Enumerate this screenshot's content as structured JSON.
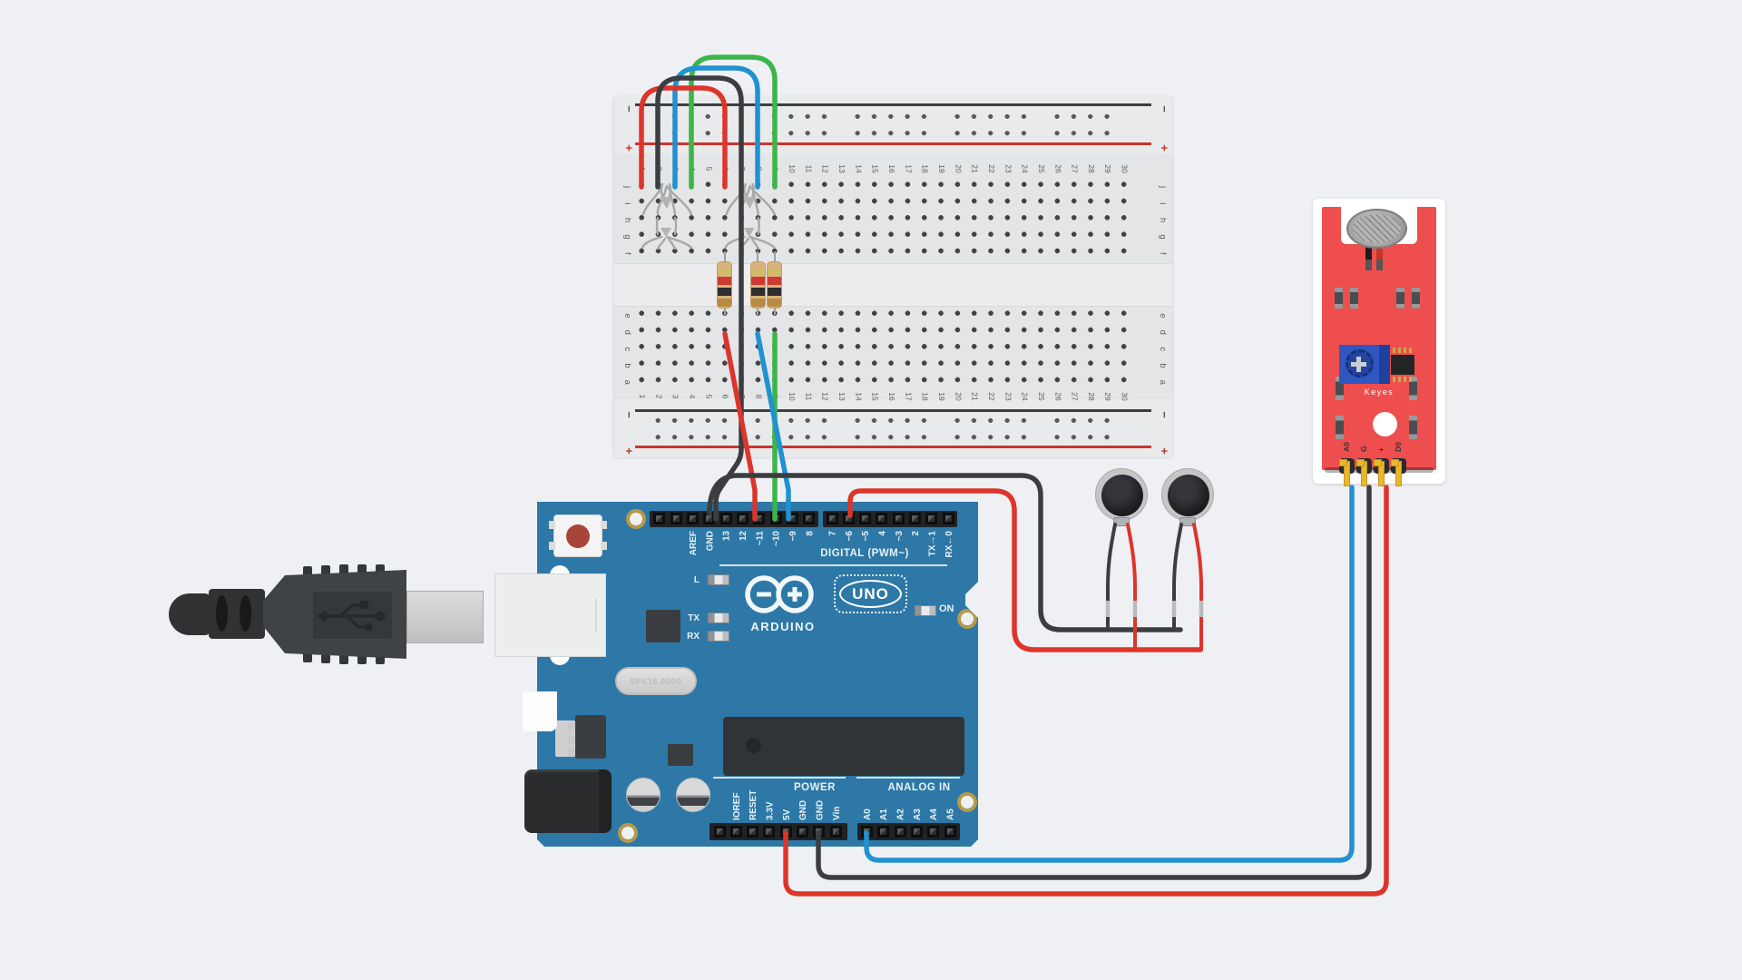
{
  "app": {
    "canvas": "circuit-editor"
  },
  "colors": {
    "background": "#eef0f4",
    "arduino_board": "#2d78a7",
    "breadboard": "#e4e5e7",
    "sensor_board": "#ee4e4e",
    "wire_red": "#dd352b",
    "wire_black": "#3b3d40",
    "wire_blue": "#2191d0",
    "wire_green": "#3cb54a",
    "sensor_pin_yellow": "#eab82c",
    "rail_positive": "#c8372d",
    "rail_negative": "#3c3e40"
  },
  "breadboard": {
    "column_numbers": [
      "1",
      "2",
      "3",
      "4",
      "5",
      "6",
      "7",
      "8",
      "9",
      "10",
      "11",
      "12",
      "13",
      "14",
      "15",
      "16",
      "17",
      "18",
      "19",
      "20",
      "21",
      "22",
      "23",
      "24",
      "25",
      "26",
      "27",
      "28",
      "29",
      "30"
    ],
    "row_letters_top": [
      "j",
      "i",
      "h",
      "g",
      "f"
    ],
    "row_letters_bottom": [
      "e",
      "d",
      "c",
      "b",
      "a"
    ],
    "minus": "−",
    "plus": "+"
  },
  "arduino": {
    "brand": "ARDUINO",
    "model": "UNO",
    "on_label": "ON",
    "led_l": "L",
    "led_tx": "TX",
    "led_rx": "RX",
    "digital_label": "DIGITAL (PWM~)",
    "power_label": "POWER",
    "analog_label": "ANALOG IN",
    "crystal_label": "SPK16.000G",
    "digital_pins_left": [
      "AREF",
      "GND",
      "13",
      "12",
      "~11",
      "~10",
      "~9",
      "8"
    ],
    "digital_pins_right": [
      "7",
      "~6",
      "~5",
      "4",
      "~3",
      "2",
      "TX→1",
      "RX←0"
    ],
    "power_pins": [
      "IOREF",
      "RESET",
      "3.3V",
      "5V",
      "GND",
      "GND",
      "Vin"
    ],
    "analog_pins": [
      "A0",
      "A1",
      "A2",
      "A3",
      "A4",
      "A5"
    ]
  },
  "sound_sensor": {
    "brand": "Keyes",
    "pin_labels": [
      "A0",
      "G",
      "+",
      "D0"
    ]
  },
  "wires": [
    {
      "id": "jumper-red-arc",
      "color": "wire_red",
      "from": "breadboard j1",
      "to": "breadboard j6"
    },
    {
      "id": "jumper-black-arc-gnd",
      "color": "wire_black",
      "from": "breadboard j2 / j7",
      "to": "Arduino GND"
    },
    {
      "id": "jumper-blue-arc",
      "color": "wire_blue",
      "from": "breadboard j3",
      "to": "breadboard j8"
    },
    {
      "id": "jumper-green-arc",
      "color": "wire_green",
      "from": "breadboard j4",
      "to": "breadboard j9"
    },
    {
      "id": "wire-red-11",
      "color": "wire_red",
      "from": "breadboard d6",
      "to": "Arduino ~11"
    },
    {
      "id": "wire-green-10",
      "color": "wire_green",
      "from": "breadboard d9",
      "to": "Arduino ~10"
    },
    {
      "id": "wire-blue-9",
      "color": "wire_blue",
      "from": "breadboard d8",
      "to": "Arduino ~9"
    },
    {
      "id": "wire-black-motors",
      "color": "wire_black",
      "from": "Arduino GND",
      "to": "vibration motors −"
    },
    {
      "id": "wire-red-motors",
      "color": "wire_red",
      "from": "Arduino ~6",
      "to": "vibration motors +"
    },
    {
      "id": "wire-blue-sensor",
      "color": "wire_blue",
      "from": "Arduino A0",
      "to": "sensor A0"
    },
    {
      "id": "wire-black-sensor",
      "color": "wire_black",
      "from": "Arduino GND (power)",
      "to": "sensor G"
    },
    {
      "id": "wire-red-sensor",
      "color": "wire_red",
      "from": "Arduino 5V",
      "to": "sensor +"
    }
  ],
  "component_names": [
    "breadboard",
    "arduino-uno",
    "usb-plug",
    "resistor",
    "resistor",
    "resistor",
    "vibration-motor",
    "vibration-motor",
    "keyes-sound-sensor"
  ]
}
